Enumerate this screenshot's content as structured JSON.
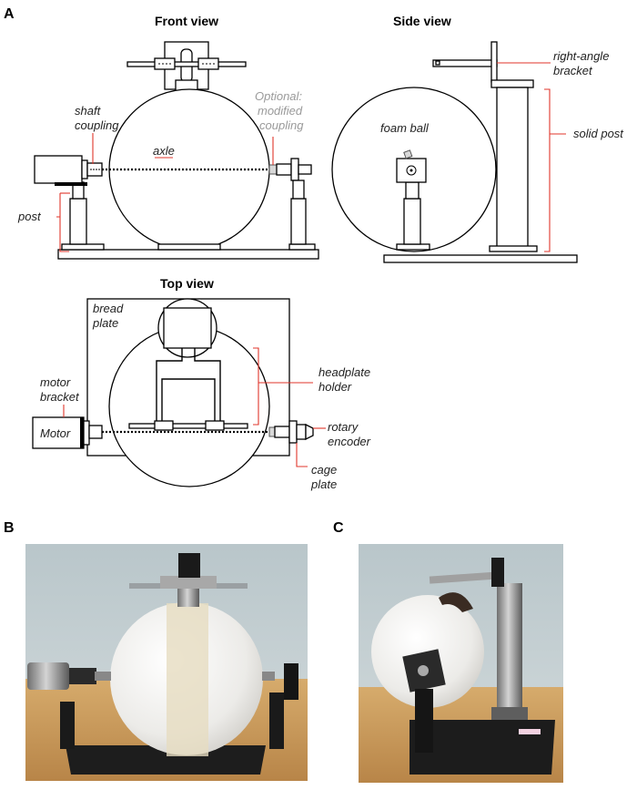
{
  "panels": {
    "a": "A",
    "b": "B",
    "c": "C"
  },
  "titles": {
    "front": "Front view",
    "side": "Side view",
    "top": "Top view"
  },
  "labels": {
    "shaft_coupling": [
      "shaft",
      "coupling"
    ],
    "optional_coupling": [
      "Optional:",
      "modified",
      "coupling"
    ],
    "axle": "axle",
    "post": "post",
    "right_angle_bracket": [
      "right-angle",
      "bracket"
    ],
    "foam_ball": "foam ball",
    "solid_post": "solid post",
    "bread_plate": [
      "bread",
      "plate"
    ],
    "headplate_holder": [
      "headplate",
      "holder"
    ],
    "motor_bracket": [
      "motor",
      "bracket"
    ],
    "motor": "Motor",
    "rotary_encoder": [
      "rotary",
      "encoder"
    ],
    "cage_plate": [
      "cage",
      "plate"
    ]
  },
  "colors": {
    "leader": "#e0352b",
    "optional_label": "#9a9a9a",
    "photo_wall": "#c9d3d6",
    "photo_table": "#c79a5b",
    "foam_ball": "#f3f3f1",
    "tape": "#e6dcc0"
  }
}
